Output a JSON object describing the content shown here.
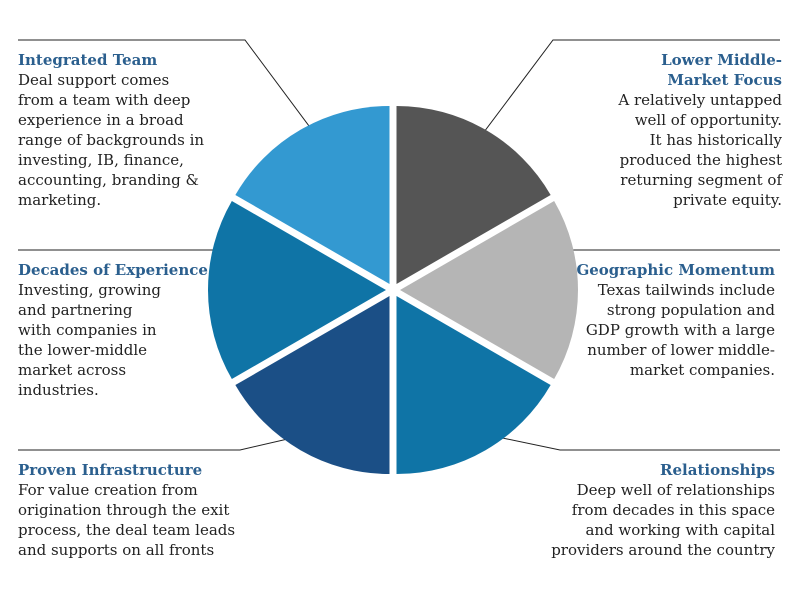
{
  "colors": {
    "lower_middle_market": "#555555",
    "geographic": "#b5b5b5",
    "relationships": "#0f74a6",
    "proven": "#1b4f86",
    "decades": "#0f74a6",
    "integrated": "#3399d1",
    "title_text": "#2b5f8e",
    "leader_line": "#222222"
  },
  "segments": [
    {
      "key": "lower_middle_market",
      "title": "Lower Middle-\nMarket Focus",
      "body": "A relatively untapped\nwell of opportunity.\nIt has historically\nproduced the highest\nreturning segment of\nprivate equity."
    },
    {
      "key": "geographic",
      "title": "Geographic Momentum",
      "body": "Texas tailwinds include\nstrong population and\nGDP growth with a large\nnumber of lower middle-\nmarket companies."
    },
    {
      "key": "relationships",
      "title": "Relationships",
      "body": "Deep well of relationships\nfrom decades in this space\nand working with capital\nproviders around the country"
    },
    {
      "key": "proven",
      "title": "Proven Infrastructure",
      "body": "For value creation from\norigination through the exit\nprocess, the deal team leads\nand supports on all fronts"
    },
    {
      "key": "decades",
      "title": "Decades of Experience",
      "body": "Investing, growing\nand partnering\nwith companies in\nthe lower-middle\nmarket across\nindustries."
    },
    {
      "key": "integrated",
      "title": "Integrated Team",
      "body": "Deal support comes\nfrom a team with deep\nexperience in a broad\nrange of backgrounds in\ninvesting, IB, finance,\naccounting, branding &\nmarketing."
    }
  ]
}
